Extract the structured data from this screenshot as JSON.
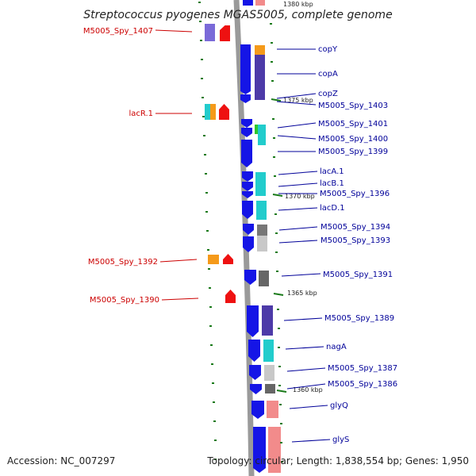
{
  "title": "Streptococcus pyogenes MGAS5005, complete genome",
  "accession": "Accession: NC_007297",
  "topology": "Topology: circular; Length: 1,838,554 bp; Genes: 1,950",
  "scale": [
    {
      "label": "1380 kbp"
    },
    {
      "label": "1375 kbp"
    },
    {
      "label": "1370 kbp"
    },
    {
      "label": "1365 kbp"
    },
    {
      "label": "1360 kbp"
    }
  ],
  "right_labels": [
    "copY",
    "copA",
    "copZ",
    "M5005_Spy_1403",
    "M5005_Spy_1401",
    "M5005_Spy_1400",
    "M5005_Spy_1399",
    "lacA.1",
    "lacB.1",
    "M5005_Spy_1396",
    "lacD.1",
    "M5005_Spy_1394",
    "M5005_Spy_1393",
    "M5005_Spy_1391",
    "M5005_Spy_1389",
    "nagA",
    "M5005_Spy_1387",
    "M5005_Spy_1386",
    "glyQ",
    "glyS"
  ],
  "left_labels": [
    "M5005_Spy_1407",
    "lacR.1",
    "M5005_Spy_1392",
    "M5005_Spy_1390"
  ],
  "colors": {
    "backbone": "#9a9a9a",
    "gene_forward": "#1515e6",
    "gene_reverse": "#ee1111",
    "label_right": "#000099",
    "label_left": "#cc0000",
    "tick": "#1a7a1a"
  }
}
